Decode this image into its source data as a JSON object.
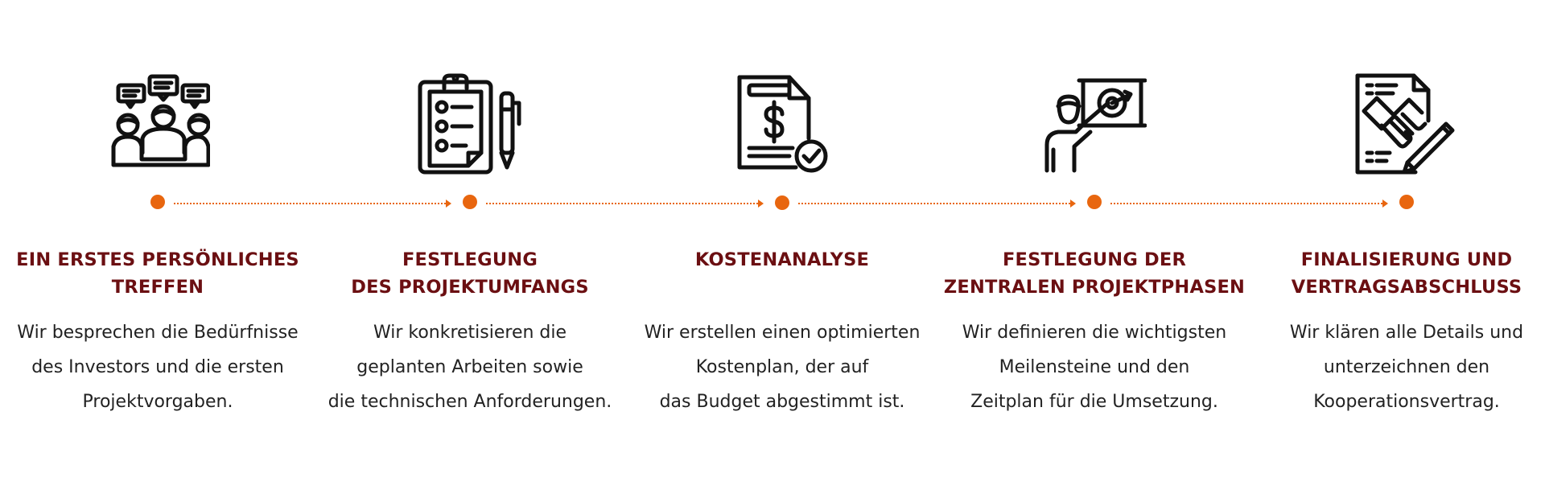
{
  "theme": {
    "accent": "#e8660f",
    "title_color": "#6b0f12"
  },
  "steps": [
    {
      "icon": "meeting-icon",
      "title": "EIN ERSTES PERSÖNLICHES\nTREFFEN",
      "description": "Wir besprechen die Bedürfnisse\ndes Investors und die ersten\nProjektvorgaben."
    },
    {
      "icon": "clipboard-checklist-icon",
      "title": "FESTLEGUNG\nDES PROJEKTUMFANGS",
      "description": "Wir konkretisieren die\ngeplanten Arbeiten sowie\ndie technischen Anforderungen."
    },
    {
      "icon": "cost-document-icon",
      "title": "KOSTENANALYSE",
      "description": "Wir erstellen einen optimierten\nKostenplan, der auf\ndas Budget abgestimmt ist."
    },
    {
      "icon": "presentation-target-icon",
      "title": "FESTLEGUNG DER\nZENTRALEN PROJEKTPHASEN",
      "description": "Wir definieren die wichtigsten\nMeilensteine und den\nZeitplan für die Umsetzung."
    },
    {
      "icon": "contract-handshake-icon",
      "title": "FINALISIERUNG UND\nVERTRAGSABSCHLUSS",
      "description": "Wir klären alle Details und\nunterzeichnen den\nKooperationsvertrag."
    }
  ]
}
